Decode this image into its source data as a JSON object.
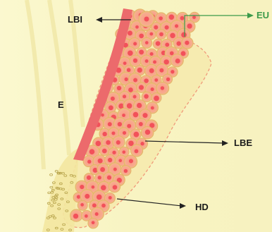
{
  "labels": {
    "lbi": "LBI",
    "eu": "EU",
    "e": "E",
    "lbe": "LBE",
    "hd": "HD"
  },
  "colors": {
    "background": "#f7f3c4",
    "cell_fill": "#f7a48b",
    "cell_edge": "#e3b46a",
    "nucleus": "#f2515a",
    "red_band": "#ec6a6c",
    "eu_arrow": "#3c9a4a"
  }
}
